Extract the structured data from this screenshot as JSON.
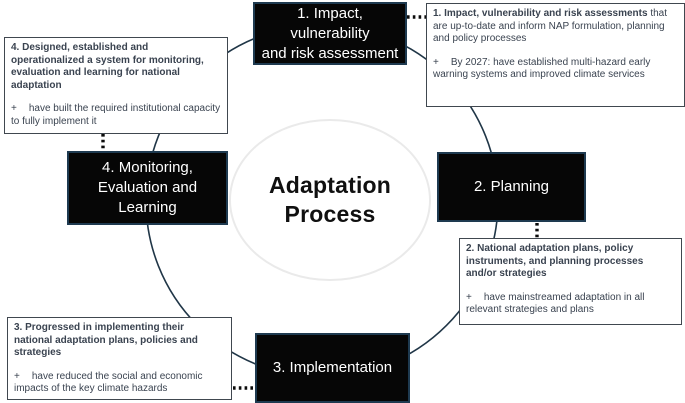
{
  "center": {
    "title_lines": [
      "Adaptation",
      "Process"
    ]
  },
  "stages": {
    "assessment": {
      "lines": [
        "1. Impact,",
        "vulnerability",
        "and risk assessment"
      ]
    },
    "planning": {
      "label": "2. Planning"
    },
    "implementation": {
      "label": "3. Implementation"
    },
    "mel": {
      "lines": [
        "4. Monitoring,",
        "Evaluation and",
        "Learning"
      ]
    }
  },
  "notes": {
    "assessment": {
      "lead_bold": "1. Impact, vulnerability and risk assessments",
      "lead_rest": " that are up-to-date and inform NAP formulation, planning and policy processes",
      "bullet_marker": "+",
      "bullet_text": "By 2027: have established multi-hazard early warning systems and improved climate services"
    },
    "planning": {
      "lead_bold": "2. National adaptation plans, policy instruments, and planning processes and/or strategies",
      "lead_rest": "",
      "bullet_marker": "+",
      "bullet_text": "have mainstreamed adaptation in all relevant strategies and plans"
    },
    "implementation": {
      "lead_bold": "3. Progressed in implementing their national adaptation plans, policies and strategies",
      "lead_rest": "",
      "bullet_marker": "+",
      "bullet_text": "have reduced the social and economic impacts of the key climate hazards"
    },
    "mel": {
      "lead_bold": "4. Designed, established and operationalized a system for monitoring, evaluation and learning for national adaptation",
      "lead_rest": "",
      "bullet_marker": "+",
      "bullet_text": "have built the required institutional capacity to fully implement it"
    }
  },
  "colors": {
    "box_fill": "#060606",
    "box_text": "#ffffff",
    "box_border": "#1e3a50",
    "circle_stroke": "#203647",
    "connector": "#0b0b0b",
    "ellipse_stroke": "#eaeaea",
    "note_border": "#40474f",
    "note_text": "#3a4350"
  }
}
